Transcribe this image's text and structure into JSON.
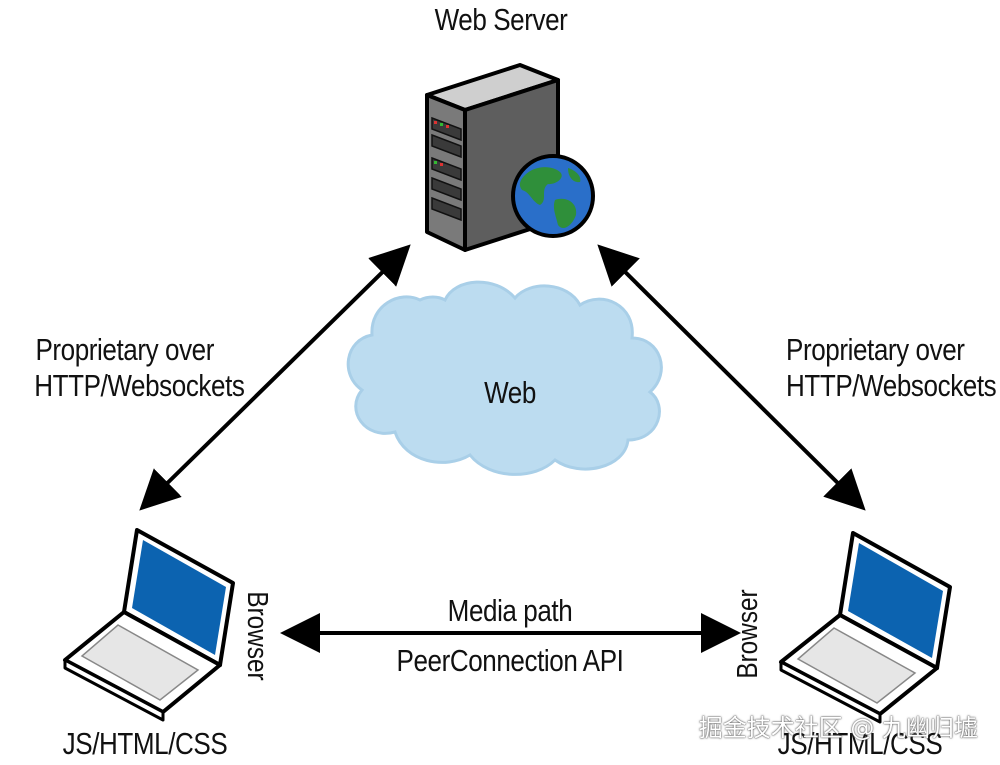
{
  "web_server": {
    "label": "Web Server",
    "icon": "server-globe-icon"
  },
  "cloud": {
    "label": "Web",
    "color": "#bcdcf0"
  },
  "left_link": {
    "line1": "Proprietary over",
    "line2": "HTTP/Websockets"
  },
  "right_link": {
    "line1": "Proprietary over",
    "line2": "HTTP/Websockets"
  },
  "media_link": {
    "line1": "Media path",
    "line2": "PeerConnection API"
  },
  "left_client": {
    "side_label": "Browser",
    "bottom_label": "JS/HTML/CSS",
    "icon": "laptop-icon"
  },
  "right_client": {
    "side_label": "Browser",
    "bottom_label": "JS/HTML/CSS",
    "icon": "laptop-icon"
  },
  "colors": {
    "screen": "#0c63b0",
    "globe": "#2a6fc9",
    "land": "#2f8f3a",
    "server": "#6e6e6e"
  },
  "watermark": "掘金技术社区 @ 九幽归墟"
}
